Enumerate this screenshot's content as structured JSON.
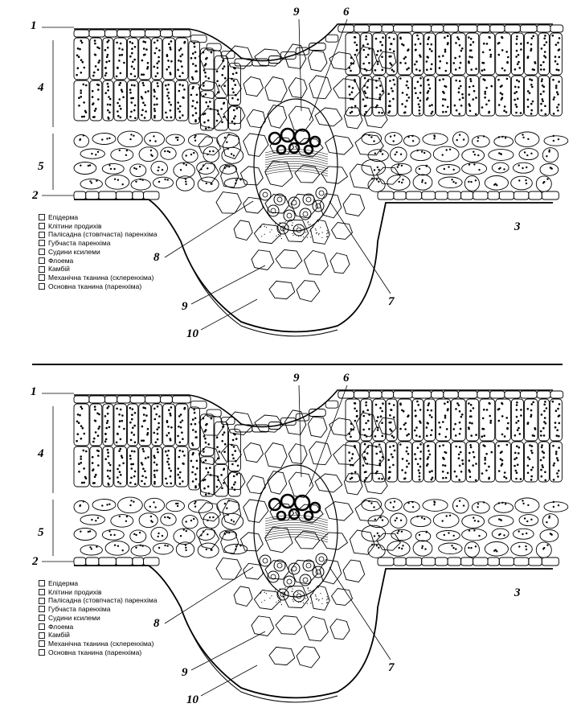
{
  "figure": {
    "legend": [
      "Епідерма",
      "Клітини продихів",
      "Палісадна (стовпчаста) паренхіма",
      "Губчаста паренхіма",
      "Судини ксилеми",
      "Флоема",
      "Камбій",
      "Механічна тканина (склеренхіма)",
      "Основна тканина (паренхіма)"
    ],
    "labels": {
      "n1": "1",
      "n2": "2",
      "n3": "3",
      "n4": "4",
      "n5": "5",
      "n6": "6",
      "n7": "7",
      "n8": "8",
      "n9a": "9",
      "n9b": "9",
      "n10": "10"
    }
  },
  "colors": {
    "ink": "#000000",
    "background": "#ffffff"
  }
}
